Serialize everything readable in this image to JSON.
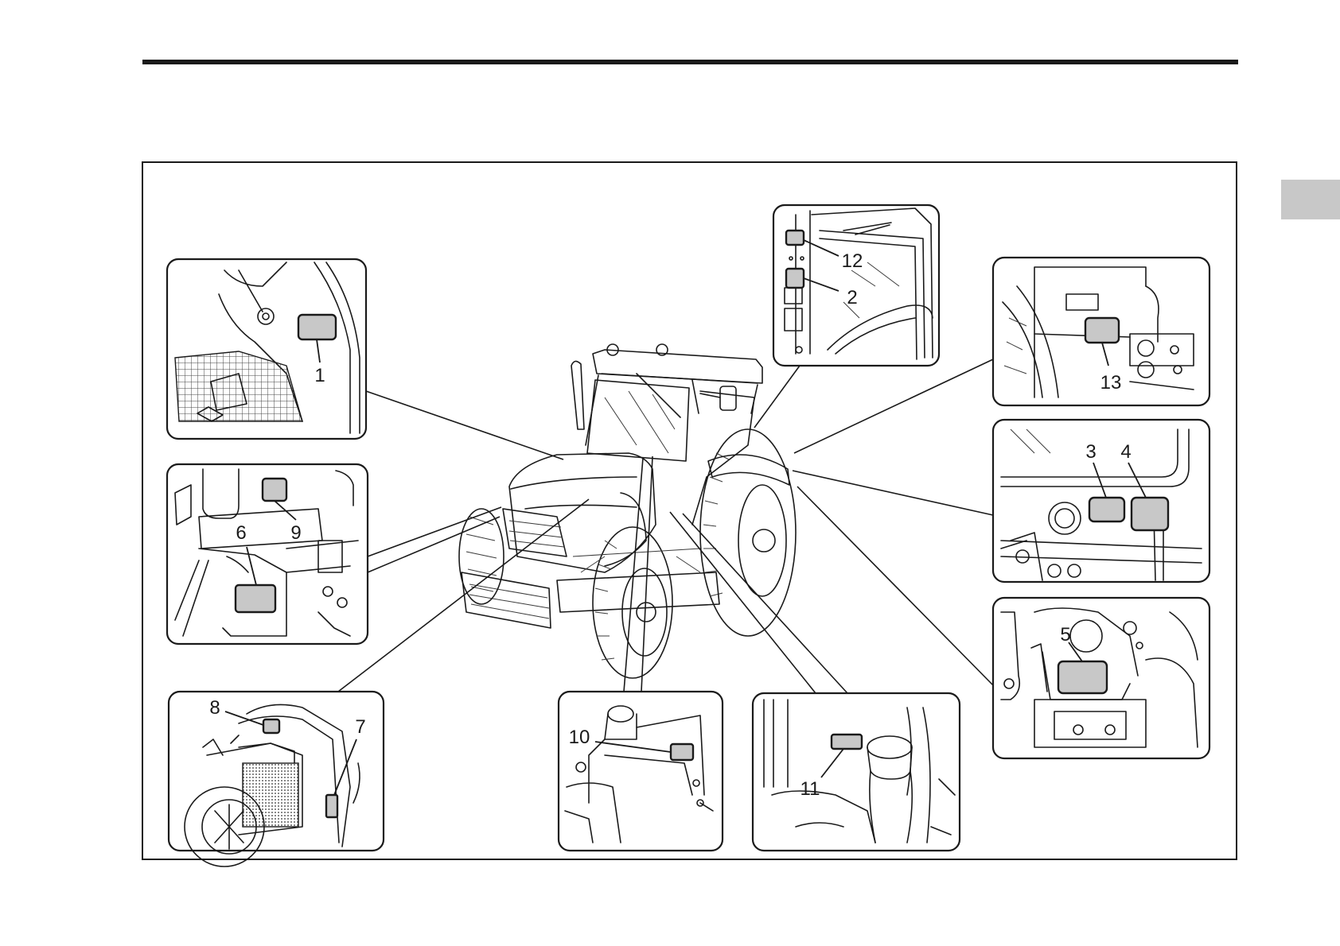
{
  "figure": {
    "labels": [
      "1",
      "2",
      "3",
      "4",
      "5",
      "6",
      "7",
      "8",
      "9",
      "10",
      "11",
      "12",
      "13"
    ]
  },
  "tab": {
    "color": "#c8c8c8"
  },
  "colors": {
    "decal": "#c8c8c8",
    "line": "#1a1a1a"
  }
}
